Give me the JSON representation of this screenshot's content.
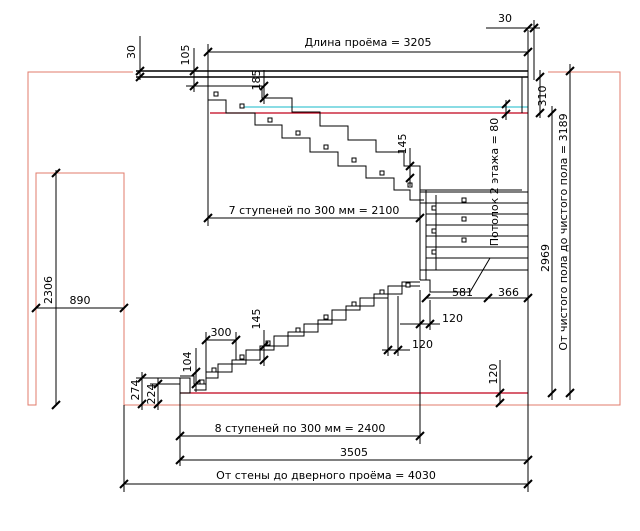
{
  "dimensions": {
    "opening_length": "Длина проёма = 3205",
    "top_30": "30",
    "left_30": "30",
    "d105": "105",
    "d185": "185",
    "d310": "310",
    "slab": "Потолок 2 этажа = 80",
    "floor_to_floor": "От чистого пола до чистого пола = 3189",
    "d2969": "2969",
    "upper_flight": "7 ступеней по 300 мм = 2100",
    "d145_top": "145",
    "d581": "581",
    "d366": "366",
    "d120_a": "120",
    "d120_b": "120",
    "d120_c": "120",
    "d2306": "2306",
    "d890": "890",
    "d300": "300",
    "d145_low": "145",
    "d104": "104",
    "d274": "274",
    "d224": "224",
    "lower_flight": "8 ступеней по 300 мм = 2400",
    "d3505": "3505",
    "wall_to_door": "От стены до дверного проёма = 4030"
  },
  "colors": {
    "wall_outline": "#e07b6b",
    "floor_line": "#c0001a",
    "cyan_line": "#16b8c8",
    "lines": "#000000"
  }
}
